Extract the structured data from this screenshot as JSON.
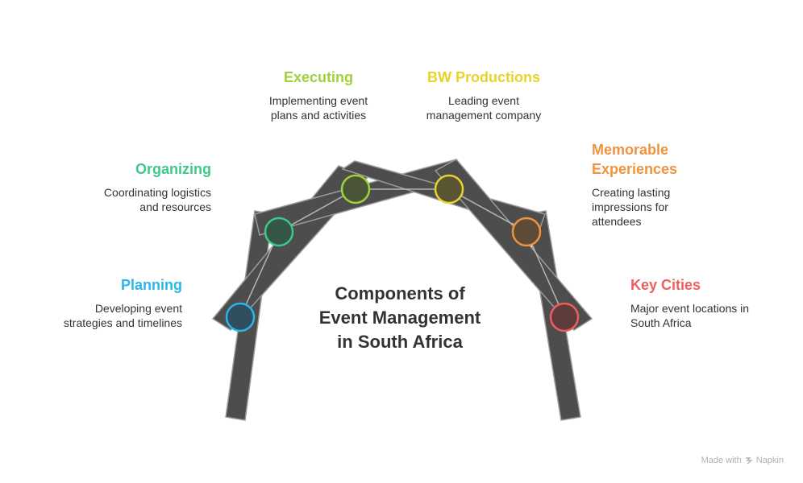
{
  "center_title": {
    "line1": "Components of",
    "line2": "Event Management",
    "line3": "in South Africa"
  },
  "items": {
    "planning": {
      "title": "Planning",
      "desc_line1": "Developing event",
      "desc_line2": "strategies and timelines",
      "color": "#29b6e8"
    },
    "organizing": {
      "title": "Organizing",
      "desc_line1": "Coordinating logistics",
      "desc_line2": "and resources",
      "color": "#3ec98a"
    },
    "executing": {
      "title": "Executing",
      "desc_line1": "Implementing event",
      "desc_line2": "plans and activities",
      "color": "#9ed13a"
    },
    "bw_productions": {
      "title": "BW Productions",
      "desc_line1": "Leading event",
      "desc_line2": "management company",
      "color": "#e8d32a"
    },
    "memorable": {
      "title_line1": "Memorable",
      "title_line2": "Experiences",
      "desc_line1": "Creating lasting",
      "desc_line2": "impressions for",
      "desc_line3": "attendees",
      "color": "#f0933e"
    },
    "key_cities": {
      "title": "Key Cities",
      "desc_line1": "Major event locations in",
      "desc_line2": "South Africa",
      "color": "#ee5e5e"
    }
  },
  "footer": {
    "made_with": "Made with",
    "brand": "Napkin"
  },
  "colors": {
    "beam": "#4d4d4d",
    "beam_edge": "#aaaaaa"
  }
}
